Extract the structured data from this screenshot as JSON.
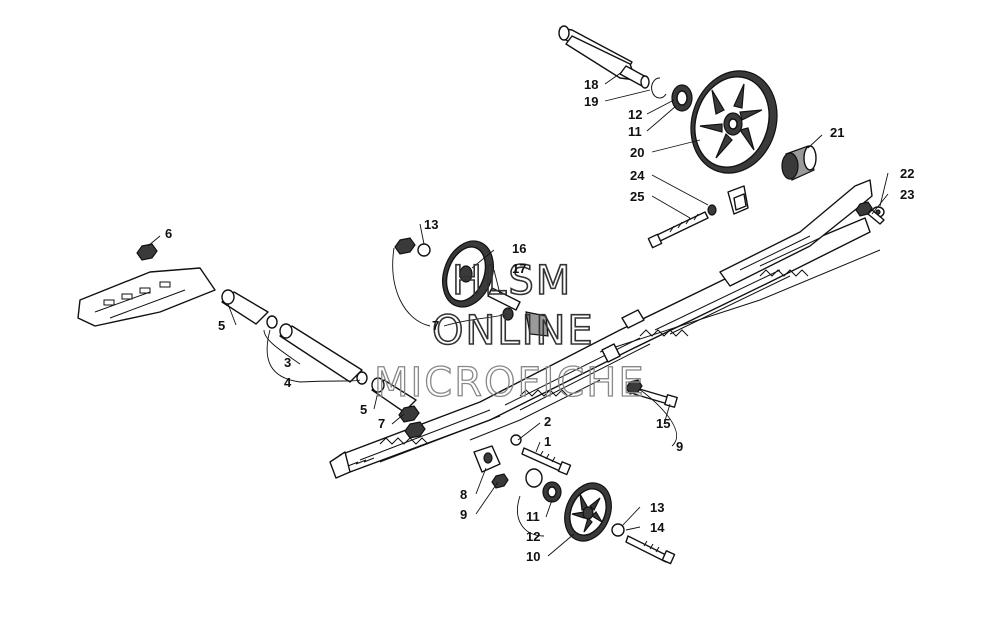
{
  "watermark": {
    "line1": "HLSM",
    "line2": "ONLINE",
    "line3": "MICROFICHE"
  },
  "callouts": [
    {
      "id": "c18",
      "label": "18"
    },
    {
      "id": "c19",
      "label": "19"
    },
    {
      "id": "c12a",
      "label": "12"
    },
    {
      "id": "c11a",
      "label": "11"
    },
    {
      "id": "c20",
      "label": "20"
    },
    {
      "id": "c21",
      "label": "21"
    },
    {
      "id": "c24",
      "label": "24"
    },
    {
      "id": "c25",
      "label": "25"
    },
    {
      "id": "c22",
      "label": "22"
    },
    {
      "id": "c23",
      "label": "23"
    },
    {
      "id": "c6",
      "label": "6"
    },
    {
      "id": "c13a",
      "label": "13"
    },
    {
      "id": "c16",
      "label": "16"
    },
    {
      "id": "c17",
      "label": "17"
    },
    {
      "id": "c5a",
      "label": "5"
    },
    {
      "id": "c7a",
      "label": "7"
    },
    {
      "id": "c3",
      "label": "3"
    },
    {
      "id": "c4",
      "label": "4"
    },
    {
      "id": "c5b",
      "label": "5"
    },
    {
      "id": "c7b",
      "label": "7"
    },
    {
      "id": "c15",
      "label": "15"
    },
    {
      "id": "c9a",
      "label": "9"
    },
    {
      "id": "c2",
      "label": "2"
    },
    {
      "id": "c1",
      "label": "1"
    },
    {
      "id": "c8",
      "label": "8"
    },
    {
      "id": "c9b",
      "label": "9"
    },
    {
      "id": "c11b",
      "label": "11"
    },
    {
      "id": "c12b",
      "label": "12"
    },
    {
      "id": "c10",
      "label": "10"
    },
    {
      "id": "c13b",
      "label": "13"
    },
    {
      "id": "c14",
      "label": "14"
    }
  ]
}
